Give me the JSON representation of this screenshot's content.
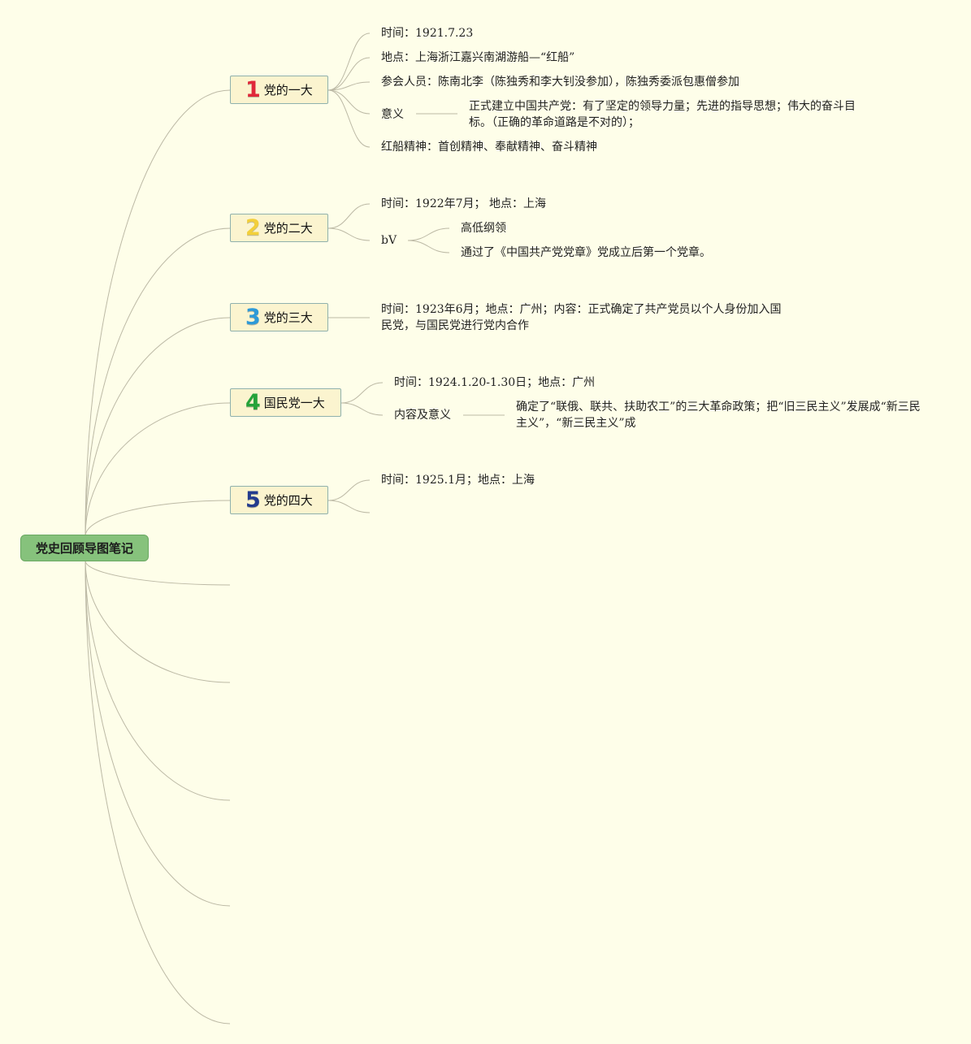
{
  "root": {
    "label": "党史回顾导图笔记"
  },
  "colors": {
    "background": "#fefee9",
    "root_fill": "#86c27c",
    "topic_fill": "#fbf4cf",
    "topic_border": "#8fb1ad",
    "line": "#bcb9a5"
  },
  "topics": [
    {
      "num": "1",
      "num_color": "#e0283a",
      "label": "党的一大",
      "leaves": [
        "时间：1921.7.23",
        "地点：上海浙江嘉兴南湖游船—“红船”",
        "参会人员：陈南北李（陈独秀和李大钊没参加），陈独秀委派包惠僧参加",
        "意义",
        "红船精神：首创精神、奉献精神、奋斗精神"
      ],
      "detail": "正式建立中国共产党：有了坚定的领导力量；先进的指导思想；伟大的奋斗目标。（正确的革命道路是不对的）；"
    },
    {
      "num": "2",
      "num_color": "#f2cf3a",
      "label": "党的二大",
      "leaves": [
        "时间：1922年7月；  地点：上海",
        "bV"
      ],
      "sub_leaves": [
        "高低纲领",
        "通过了《中国共产党党章》党成立后第一个党章。"
      ]
    },
    {
      "num": "3",
      "num_color": "#2e9ad8",
      "label": "党的三大",
      "leaves": [
        "时间：1923年6月；地点：广州；内容：正式确定了共产党员以个人身份加入国民党，与国民党进行党内合作"
      ]
    },
    {
      "num": "4",
      "num_color": "#25a33a",
      "label": "国民党一大",
      "leaves": [
        "时间：1924.1.20-1.30日；地点：广州",
        "内容及意义"
      ],
      "detail": "确定了“联俄、联共、扶助农工”的三大革命政策；把“旧三民主义”发展成“新三民主义”，“新三民主义”成"
    },
    {
      "num": "5",
      "num_color": "#233b8e",
      "label": "党的四大",
      "leaves": [
        "时间：1925.1月；地点：上海"
      ]
    }
  ]
}
